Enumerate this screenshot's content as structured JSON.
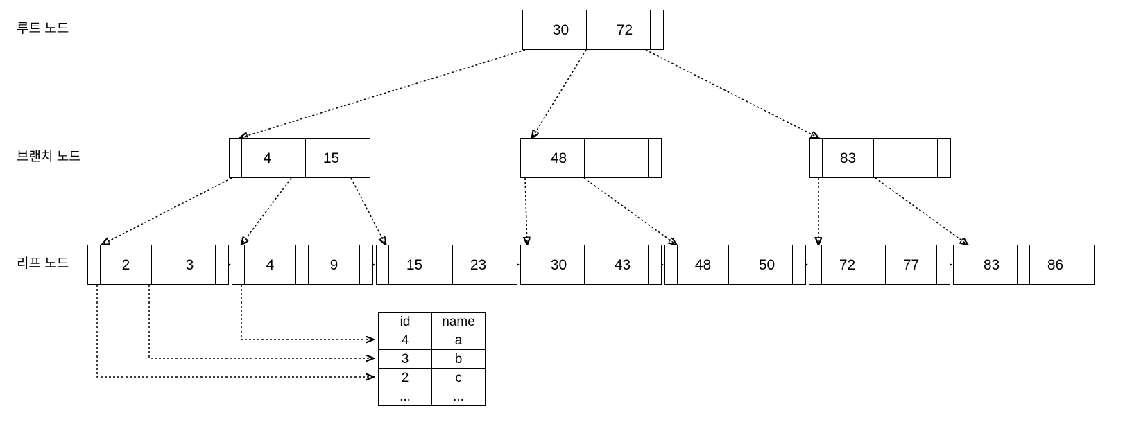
{
  "labels": {
    "root": "루트 노드",
    "branch": "브랜치 노드",
    "leaf": "리프 노드"
  },
  "root_node": {
    "keys": [
      "30",
      "72"
    ]
  },
  "branch_nodes": [
    {
      "keys": [
        "4",
        "15"
      ]
    },
    {
      "keys": [
        "48",
        ""
      ]
    },
    {
      "keys": [
        "83",
        ""
      ]
    }
  ],
  "leaf_nodes": [
    {
      "keys": [
        "2",
        "3"
      ]
    },
    {
      "keys": [
        "4",
        "9"
      ]
    },
    {
      "keys": [
        "15",
        "23"
      ]
    },
    {
      "keys": [
        "30",
        "43"
      ]
    },
    {
      "keys": [
        "48",
        "50"
      ]
    },
    {
      "keys": [
        "72",
        "77"
      ]
    },
    {
      "keys": [
        "83",
        "86"
      ]
    }
  ],
  "record_table": {
    "headers": [
      "id",
      "name"
    ],
    "rows": [
      [
        "4",
        "a"
      ],
      [
        "3",
        "b"
      ],
      [
        "2",
        "c"
      ],
      [
        "...",
        "..."
      ]
    ]
  },
  "colors": {
    "stroke": "#000000",
    "background": "#ffffff"
  }
}
